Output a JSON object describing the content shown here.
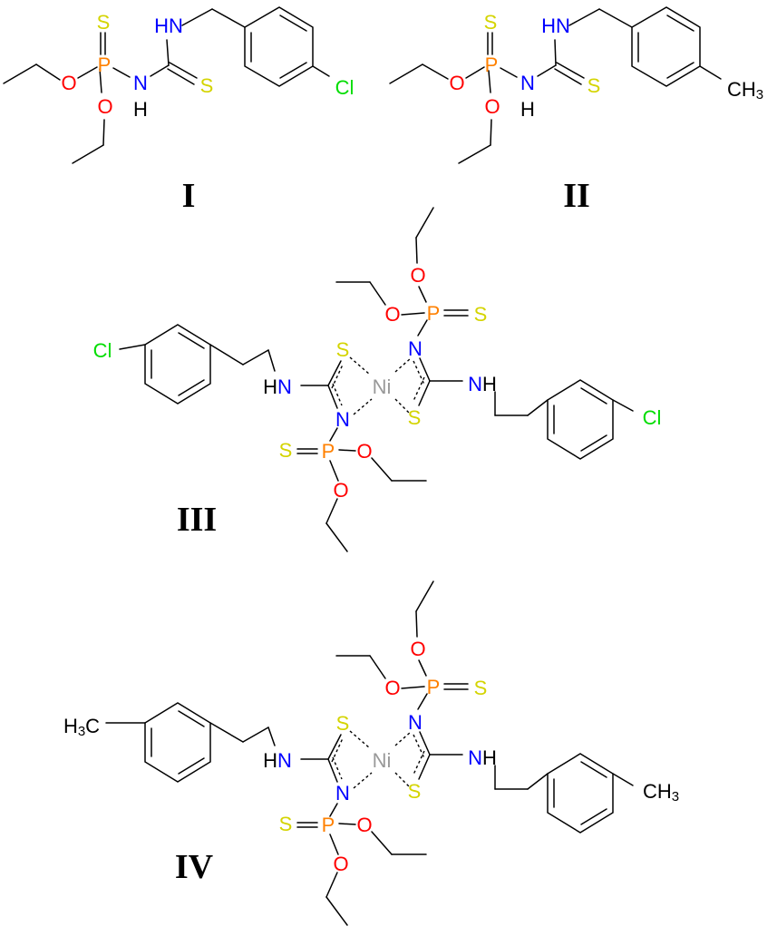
{
  "atoms": {
    "S": "S",
    "P": "P",
    "O": "O",
    "N": "N",
    "H": "H",
    "NH": "NH",
    "HN": "HN",
    "Cl": "Cl",
    "Ni": "Ni",
    "CH": "CH",
    "C": "C",
    "three": "3"
  },
  "compound_labels": {
    "I": "I",
    "II": "II",
    "III": "III",
    "IV": "IV"
  },
  "colors": {
    "sulfur": "#d4d400",
    "phosphorus": "#ff8000",
    "oxygen": "#ff0000",
    "nitrogen": "#0000ff",
    "chlorine": "#00dd00",
    "nickel": "#999999",
    "carbon_hydrogen": "#000000"
  }
}
